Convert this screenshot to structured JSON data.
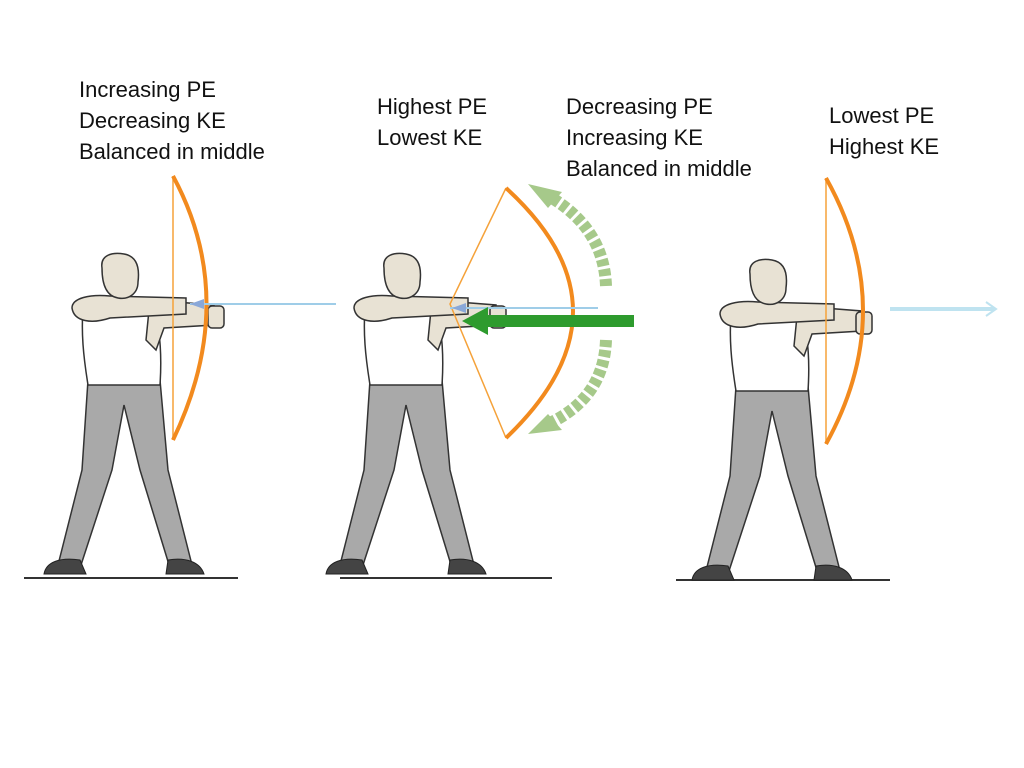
{
  "stages": [
    {
      "lines": [
        "Increasing PE",
        "Decreasing KE",
        "Balanced in middle"
      ]
    },
    {
      "lines": [
        "Highest PE",
        "Lowest KE"
      ]
    },
    {
      "lines": [
        "Decreasing PE",
        "Increasing KE",
        "Balanced in middle"
      ]
    },
    {
      "lines": [
        "Lowest PE",
        "Highest KE"
      ]
    }
  ],
  "colors": {
    "bow": "#f28a1e",
    "string": "#f5a23a",
    "arrow": "#9fcde8",
    "force_arrow": "#2e9b2e",
    "flex_arrow": "#a6c98a",
    "skin": "#e8e2d4",
    "shirt": "#ffffff",
    "pants": "#a9a9a9",
    "shoe": "#444444",
    "ground": "#333333"
  },
  "icons": [
    "archer-figure",
    "bow",
    "arrow",
    "force-arrow",
    "flex-arrow"
  ]
}
